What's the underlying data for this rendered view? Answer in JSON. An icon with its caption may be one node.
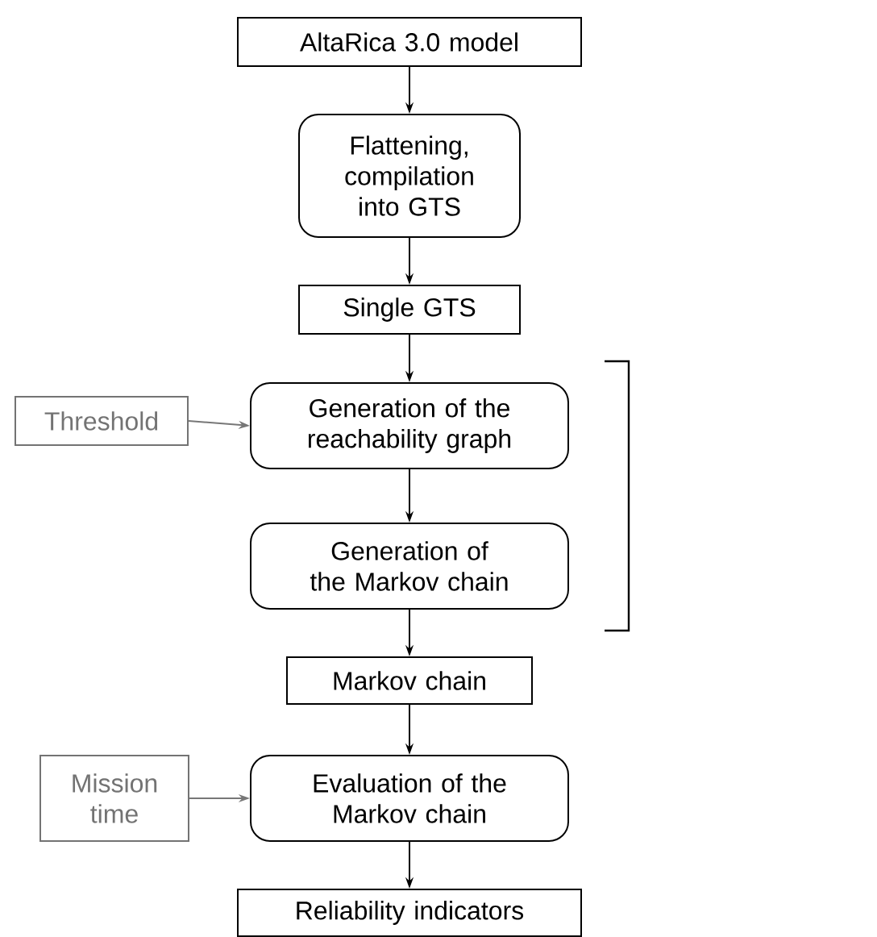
{
  "diagram": {
    "nodes": [
      {
        "text": [
          "AltaRica 3.0 model"
        ]
      },
      {
        "text": [
          "Flattening, compilation into GTS"
        ]
      },
      {
        "text": [
          "Single GTS"
        ]
      },
      {
        "text": [
          "Threshold"
        ]
      },
      {
        "text": [
          "Generation of the reachability graph"
        ]
      },
      {
        "text": [
          "Generation of the Markov chain"
        ]
      },
      {
        "text": [
          "Markov chain"
        ]
      },
      {
        "text": [
          "Mission time"
        ]
      },
      {
        "text": [
          "Evaluation of the Markov chain"
        ]
      },
      {
        "text": [
          "Reliability indicators"
        ]
      }
    ],
    "edges": [
      {
        "from": 0,
        "to": 1,
        "arrow": "to"
      },
      {
        "from": 1,
        "to": 2,
        "arrow": "to"
      },
      {
        "from": 2,
        "to": 4,
        "arrow": "to"
      },
      {
        "from": 3,
        "to": 4,
        "arrow": "to",
        "color": "#777777"
      },
      {
        "from": 4,
        "to": 5,
        "arrow": "to"
      },
      {
        "from": 5,
        "to": 6,
        "arrow": "to"
      },
      {
        "from": 6,
        "to": 8,
        "arrow": "to"
      },
      {
        "from": 7,
        "to": 8,
        "arrow": "to",
        "color": "#777777"
      },
      {
        "from": 8,
        "to": 9,
        "arrow": "to"
      }
    ]
  }
}
